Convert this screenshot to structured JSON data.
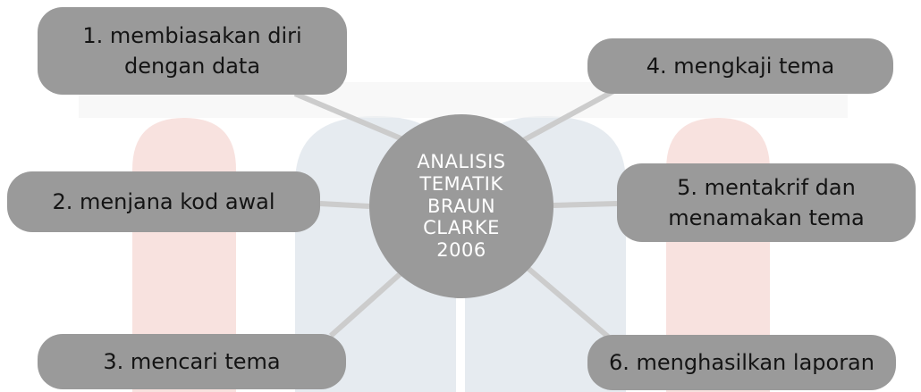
{
  "center": {
    "title": "ANALISIS\nTEMATIK\nBRAUN\nCLARKE\n2006"
  },
  "steps": [
    {
      "lines": [
        "1. membiasakan diri",
        "dengan data"
      ]
    },
    {
      "lines": [
        "2. menjana kod awal"
      ]
    },
    {
      "lines": [
        "3. mencari tema"
      ]
    },
    {
      "lines": [
        "4. mengkaji tema"
      ]
    },
    {
      "lines": [
        "5. mentakrif dan",
        "menamakan tema"
      ]
    },
    {
      "lines": [
        "6. menghasilkan laporan"
      ]
    }
  ],
  "colors": {
    "node_fill": "#9a9a9a",
    "connector": "#cccccc",
    "text_dark": "#141414",
    "center_text": "#ffffff",
    "watermark_red": "#f6d8d4",
    "watermark_blue": "#dbe2ea"
  }
}
